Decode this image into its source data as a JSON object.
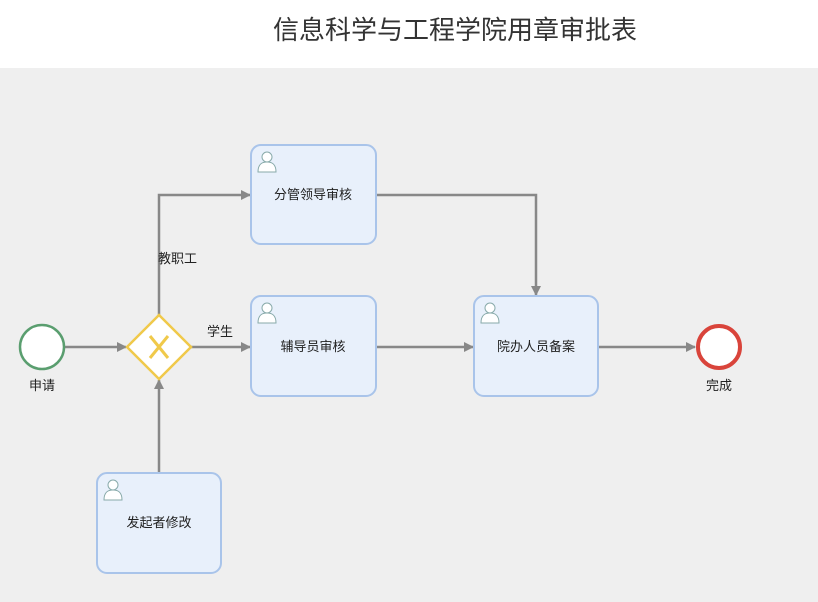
{
  "header": {
    "title": "信息科学与工程学院用章审批表"
  },
  "diagram": {
    "start": {
      "label": "申请",
      "color": "#5a9e6f"
    },
    "gateway": {
      "type": "exclusive",
      "color": "#f0c94a"
    },
    "tasks": [
      {
        "label": "分管领导审核",
        "icon": "user-icon"
      },
      {
        "label": "辅导员审核",
        "icon": "user-icon"
      },
      {
        "label": "院办人员备案",
        "icon": "user-icon"
      },
      {
        "label": "发起者修改",
        "icon": "user-icon"
      }
    ],
    "flows": [
      {
        "label": "教职工"
      },
      {
        "label": "学生"
      }
    ],
    "end": {
      "label": "完成",
      "color": "#d9443b"
    }
  }
}
